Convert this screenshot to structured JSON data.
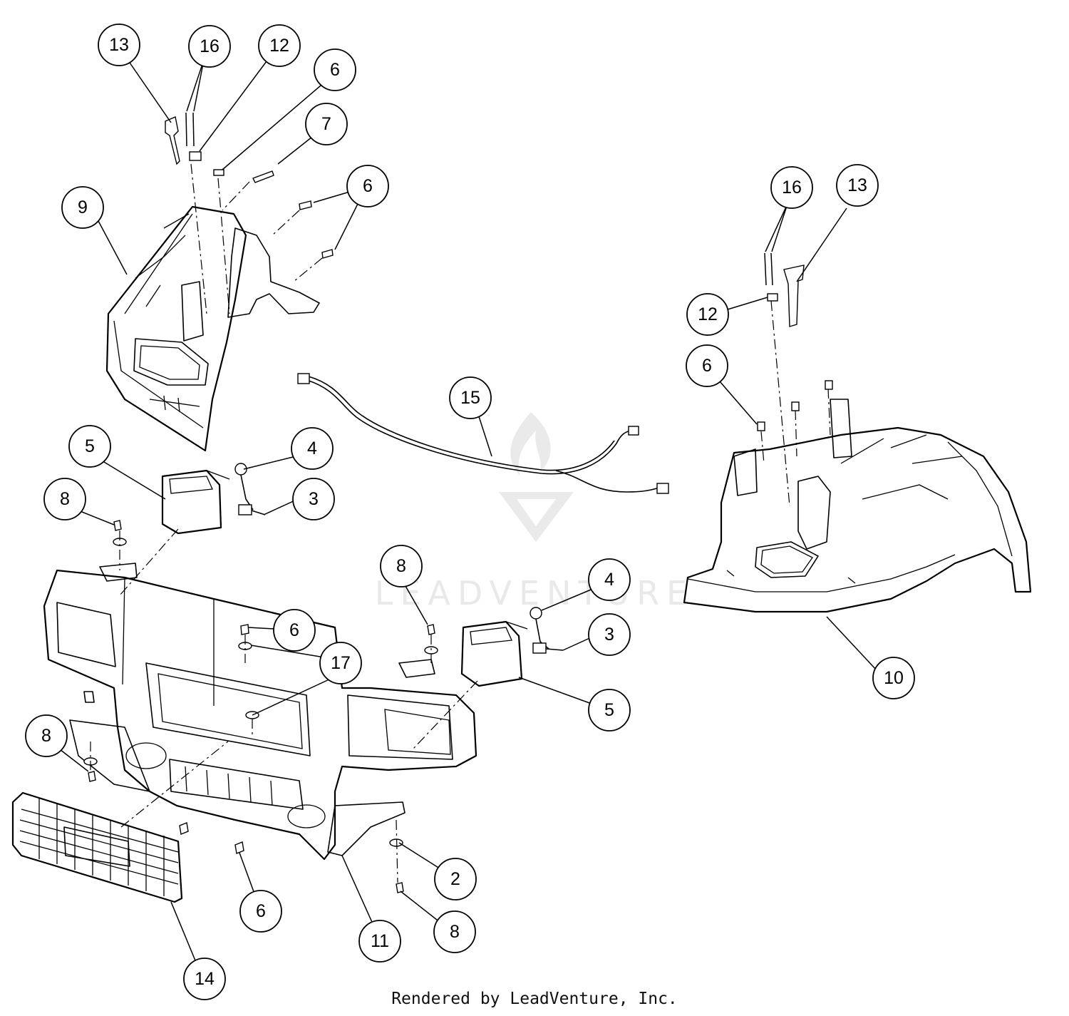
{
  "callouts": [
    {
      "id": "c13a",
      "label": "13"
    },
    {
      "id": "c16a",
      "label": "16"
    },
    {
      "id": "c12a",
      "label": "12"
    },
    {
      "id": "c6a",
      "label": "6"
    },
    {
      "id": "c7",
      "label": "7"
    },
    {
      "id": "c6b",
      "label": "6"
    },
    {
      "id": "c9",
      "label": "9"
    },
    {
      "id": "c16b",
      "label": "16"
    },
    {
      "id": "c13b",
      "label": "13"
    },
    {
      "id": "c12b",
      "label": "12"
    },
    {
      "id": "c6c",
      "label": "6"
    },
    {
      "id": "c15",
      "label": "15"
    },
    {
      "id": "c5a",
      "label": "5"
    },
    {
      "id": "c4a",
      "label": "4"
    },
    {
      "id": "c3a",
      "label": "3"
    },
    {
      "id": "c8a",
      "label": "8"
    },
    {
      "id": "c8b",
      "label": "8"
    },
    {
      "id": "c4b",
      "label": "4"
    },
    {
      "id": "c3b",
      "label": "3"
    },
    {
      "id": "c6d",
      "label": "6"
    },
    {
      "id": "c17",
      "label": "17"
    },
    {
      "id": "c5b",
      "label": "5"
    },
    {
      "id": "c10",
      "label": "10"
    },
    {
      "id": "c8c",
      "label": "8"
    },
    {
      "id": "c2",
      "label": "2"
    },
    {
      "id": "c6e",
      "label": "6"
    },
    {
      "id": "c8d",
      "label": "8"
    },
    {
      "id": "c11",
      "label": "11"
    },
    {
      "id": "c14",
      "label": "14"
    }
  ],
  "watermark": {
    "text": "LEADVENTURE",
    "color": "#e7e7e7"
  },
  "footer": {
    "text": "Rendered by LeadVenture, Inc."
  }
}
